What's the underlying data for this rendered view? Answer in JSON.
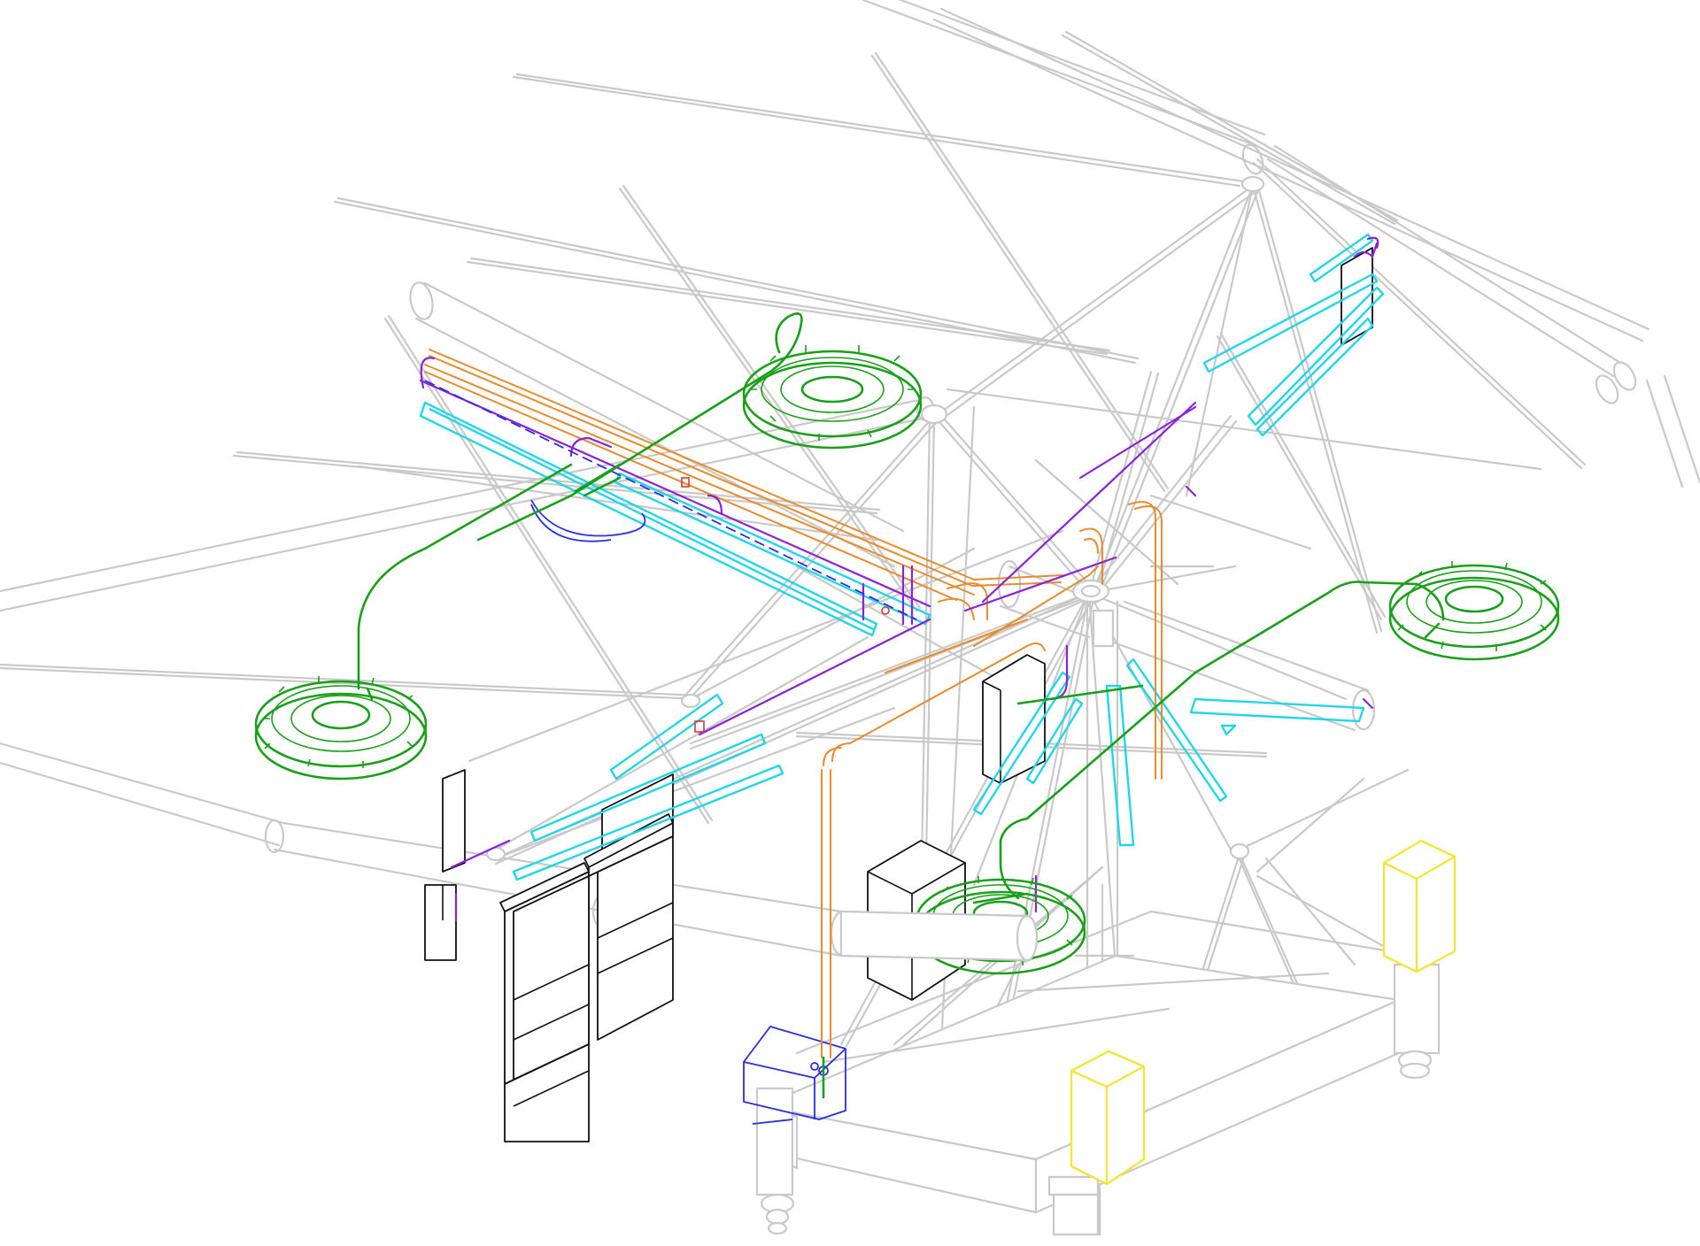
{
  "image": {
    "width": 1920,
    "height": 1408,
    "background": "#ffffff"
  },
  "colors": {
    "structure": "#c9c9c9",
    "cable_green": "#19a019",
    "light_cyan": "#22d6ea",
    "cable_orange": "#e98b2a",
    "cable_purple": "#8b22d8",
    "junction_blue": "#2a2ee0",
    "yellow_box": "#f2e63a",
    "rack_black": "#111111",
    "connector_red": "#d8383a"
  },
  "components": {
    "rings": [
      "ring-upper-left",
      "ring-left",
      "ring-right",
      "ring-center"
    ],
    "boxes": [
      "yellow-box-right",
      "yellow-box-front",
      "blue-junction-box",
      "black-rack-panels",
      "black-cabinet",
      "black-cabinet-rear"
    ],
    "light_bars": 14,
    "cable_runs": [
      "green",
      "orange",
      "purple",
      "blue"
    ]
  }
}
